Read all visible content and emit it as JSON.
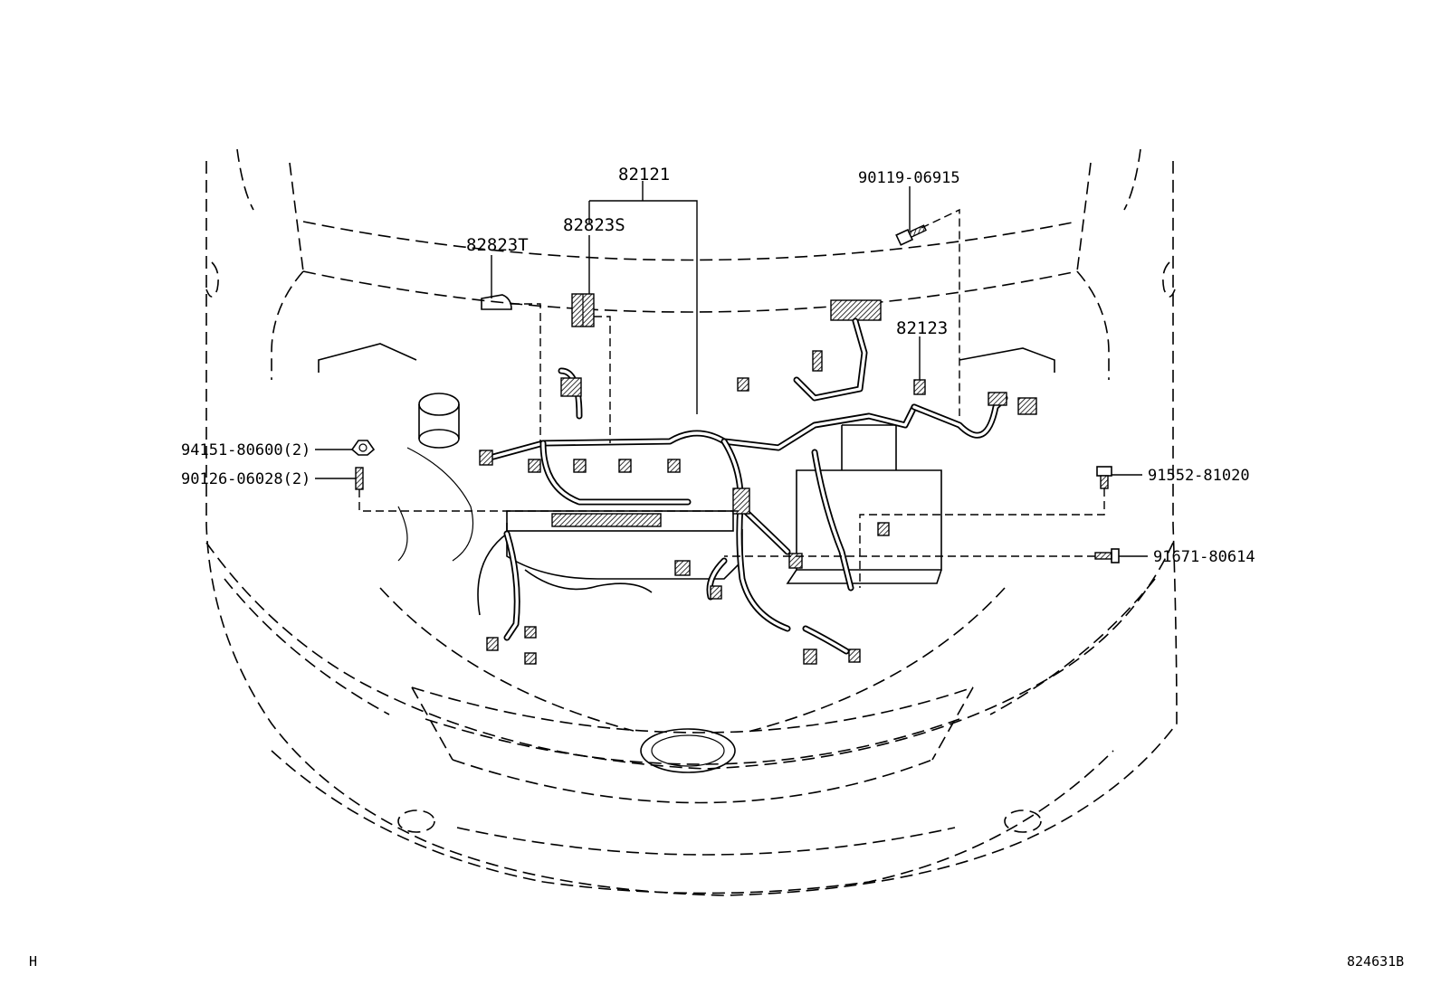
{
  "parts": {
    "p82121": "82121",
    "p82823S": "82823S",
    "p82823T": "82823T",
    "p90119": "90119-06915",
    "p82123": "82123",
    "p94151": "94151-80600(2)",
    "p90126": "90126-06028(2)",
    "p91552": "91552-81020",
    "p91671": "91671-80614"
  },
  "footer": {
    "left_code": "H",
    "diagram_number": "824631B"
  }
}
